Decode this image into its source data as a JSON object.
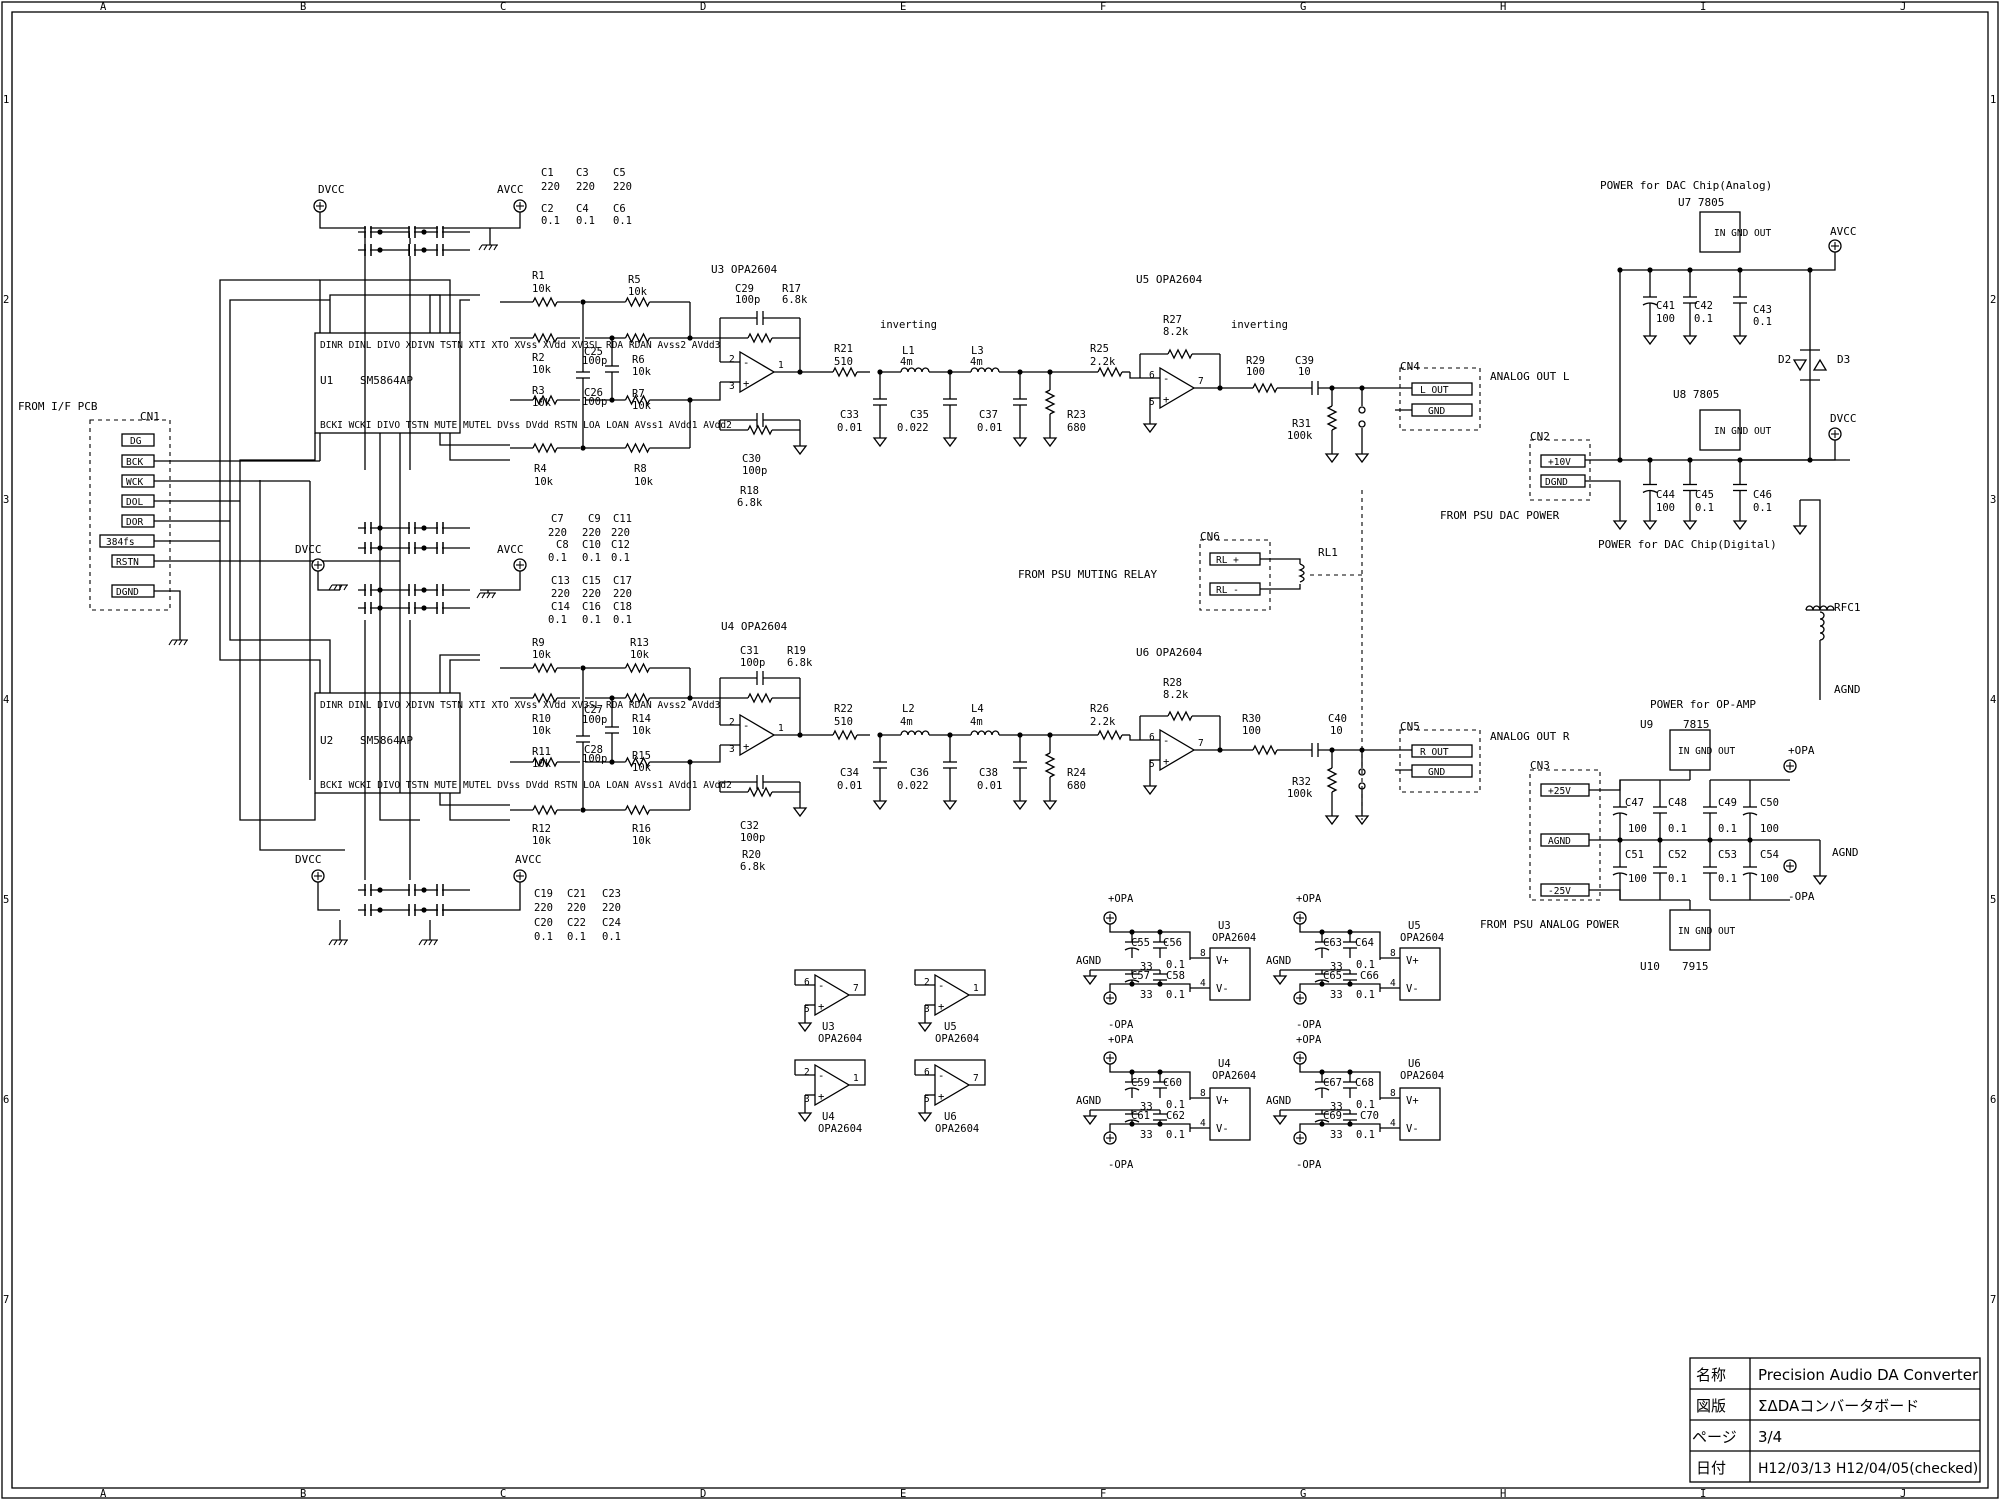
{
  "frame": {
    "cols": [
      "A",
      "B",
      "C",
      "D",
      "E",
      "F",
      "G",
      "H",
      "I",
      "J"
    ],
    "rows": [
      "1",
      "2",
      "3",
      "4",
      "5",
      "6",
      "7"
    ]
  },
  "title_block": {
    "name_label": "名称",
    "name": "Precision Audio DA Converter",
    "drawing_label": "図版",
    "drawing": "ΣΔDAコンバータボード",
    "page_label": "ページ",
    "page": "3/4",
    "date_label": "日付",
    "date": "H12/03/13 H12/04/05(checked)"
  },
  "labels": {
    "from_if": "FROM I/F PCB",
    "cn1": "CN1",
    "cn1_pins": [
      "DG",
      "BCK",
      "WCK",
      "DOL",
      "DOR",
      "384fs",
      "RSTN",
      "DGND"
    ],
    "dvcc": "DVCC",
    "avcc": "AVCC",
    "agnd": "AGND",
    "u1": "U1",
    "u2": "U2",
    "chip": "SM5864AP",
    "u1_top_pins": "DINR DINL DIVO XDIVN TSTN XTI XTO XVss XVdd XV3SL RDA RDAN Avss2 AVdd3",
    "u1_bot_pins": "BCKI WCKI DIVO TSTN MUTE MUTEL DVss DVdd RSTN LOA LOAN AVss1 AVdd1 AVdd2",
    "caps_top": [
      [
        "C1",
        "220",
        "C2",
        "0.1"
      ],
      [
        "C3",
        "220",
        "C4",
        "0.1"
      ],
      [
        "C5",
        "220",
        "C6",
        "0.1"
      ]
    ],
    "caps_mid1": [
      [
        "C7",
        "220",
        "C8",
        "0.1"
      ],
      [
        "C9",
        "220",
        "C10",
        "0.1"
      ],
      [
        "C11",
        "220",
        "C12",
        "0.1"
      ]
    ],
    "caps_mid2": [
      [
        "C13",
        "220",
        "C14",
        "0.1"
      ],
      [
        "C15",
        "220",
        "C16",
        "0.1"
      ],
      [
        "C17",
        "220",
        "C18",
        "0.1"
      ]
    ],
    "caps_bot": [
      [
        "C19",
        "220",
        "C20",
        "0.1"
      ],
      [
        "C21",
        "220",
        "C22",
        "0.1"
      ],
      [
        "C23",
        "220",
        "C24",
        "0.1"
      ]
    ],
    "r_top": [
      "R1",
      "10k",
      "R5",
      "10k",
      "R2",
      "10k",
      "R6",
      "10k",
      "R3",
      "10k",
      "R7",
      "10k",
      "R4",
      "10k",
      "R8",
      "10k"
    ],
    "r_bot": [
      "R9",
      "10k",
      "R13",
      "10k",
      "R10",
      "10k",
      "R14",
      "10k",
      "R11",
      "10k",
      "R15",
      "10k",
      "R12",
      "10k",
      "R16",
      "10k"
    ],
    "c25": "C25",
    "c25v": "100p",
    "c26": "C26",
    "c26v": "100p",
    "c27": "C27",
    "c27v": "100p",
    "c28": "C28",
    "c28v": "100p",
    "u3": "U3 OPA2604",
    "u4": "U4 OPA2604",
    "u5": "U5 OPA2604",
    "u6": "U6 OPA2604",
    "c29": "C29",
    "c29v": "100p",
    "r17": "R17",
    "r17v": "6.8k",
    "c30": "C30",
    "c30v": "100p",
    "r18": "R18",
    "r18v": "6.8k",
    "c31": "C31",
    "c31v": "100p",
    "r19": "R19",
    "r19v": "6.8k",
    "c32": "C32",
    "c32v": "100p",
    "r20": "R20",
    "r20v": "6.8k",
    "inverting": "inverting",
    "r21": "R21",
    "r21v": "510",
    "r22": "R22",
    "r22v": "510",
    "l1": "L1",
    "l2": "L2",
    "l3": "L3",
    "l4": "L4",
    "lv": "4m",
    "c33": "C33",
    "c34": "C34",
    "c37": "C37",
    "c38": "C38",
    "cv001": "0.01",
    "c35": "C35",
    "c36": "C36",
    "cv0022": "0.022",
    "r23": "R23",
    "r24": "R24",
    "rv680": "680",
    "r25": "R25",
    "r26": "R26",
    "rv22k": "2.2k",
    "r27": "R27",
    "r28": "R28",
    "rv82k": "8.2k",
    "r29": "R29",
    "r30": "R30",
    "rv100": "100",
    "c39": "C39",
    "c40": "C40",
    "cv10": "10",
    "r31": "R31",
    "r32": "R32",
    "rv100k": "100k",
    "cn4": "CN4",
    "cn5": "CN5",
    "lout": "L OUT",
    "rout": "R OUT",
    "gnd": "GND",
    "analog_out_l": "ANALOG OUT L",
    "analog_out_r": "ANALOG OUT R",
    "cn6": "CN6",
    "rl1": "RL1",
    "rlp": "RL +",
    "rlm": "RL -",
    "muting": "FROM PSU MUTING RELAY",
    "pwr_dac_analog": "POWER for DAC Chip(Analog)",
    "pwr_dac_digital": "POWER for DAC Chip(Digital)",
    "u7": "U7 7805",
    "u8": "U8 7805",
    "u9": "U9",
    "u9v": "7815",
    "u10": "U10",
    "u10v": "7915",
    "reg_pins": "IN GND OUT",
    "c41": "C41",
    "c42": "C42",
    "c43": "C43",
    "c44": "C44",
    "c45": "C45",
    "c46": "C46",
    "cv100": "100",
    "cv01": "0.1",
    "d2": "D2",
    "d3": "D3",
    "cn2": "CN2",
    "p10v": "+10V",
    "dgnd": "DGND",
    "from_psu_dac": "FROM PSU DAC POWER",
    "rfc1": "RFC1",
    "pwr_opamp": "POWER for OP-AMP",
    "cn3": "CN3",
    "p25v": "+25V",
    "m25v": "-25V",
    "from_psu_analog": "FROM PSU ANALOG POWER",
    "popa": "+OPA",
    "mopa": "-OPA",
    "c47": "C47",
    "c48": "C48",
    "c49": "C49",
    "c50": "C50",
    "c51": "C51",
    "c52": "C52",
    "c53": "C53",
    "c54": "C54",
    "dec": [
      {
        "u": "U3",
        "p": "OPA2604",
        "ca": "C55",
        "cb": "C56",
        "cc": "C57",
        "cd": "C58"
      },
      {
        "u": "U5",
        "p": "OPA2604",
        "ca": "C63",
        "cb": "C64",
        "cc": "C65",
        "cd": "C66"
      },
      {
        "u": "U4",
        "p": "OPA2604",
        "ca": "C59",
        "cb": "C60",
        "cc": "C61",
        "cd": "C62"
      },
      {
        "u": "U6",
        "p": "OPA2604",
        "ca": "C67",
        "cb": "C68",
        "cc": "C69",
        "cd": "C70"
      }
    ],
    "cv33": "33",
    "vplus": "V+",
    "vminus": "V-",
    "spare": [
      {
        "u": "U3",
        "p": "OPA2604",
        "pins": [
          "6",
          "5",
          "7"
        ]
      },
      {
        "u": "U5",
        "p": "OPA2604",
        "pins": [
          "2",
          "3",
          "1"
        ]
      },
      {
        "u": "U4",
        "p": "OPA2604",
        "pins": [
          "2",
          "3",
          "1"
        ]
      },
      {
        "u": "U6",
        "p": "OPA2604",
        "pins": [
          "6",
          "5",
          "7"
        ]
      }
    ]
  }
}
